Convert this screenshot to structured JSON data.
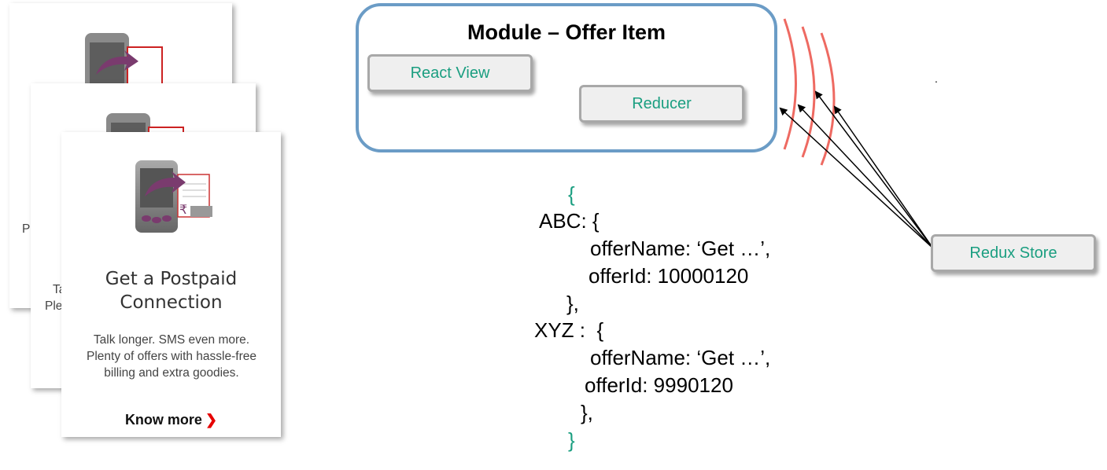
{
  "cards": {
    "front": {
      "title_lines": [
        "Get a Postpaid",
        "Connection"
      ],
      "desc_lines": [
        "Talk longer. SMS even more.",
        "Plenty of offers with hassle-free",
        "billing and extra goodies."
      ],
      "link_label": "Know more",
      "link_chevron": "❯"
    },
    "peek_a": "P",
    "peek_b": [
      "Ta",
      "Ple"
    ]
  },
  "module": {
    "title": "Module – Offer Item",
    "react_view": "React View",
    "reducer": "Reducer"
  },
  "store": {
    "label": "Redux Store"
  },
  "dot": ".",
  "code": {
    "open": "{",
    "abc_key": "ABC: {",
    "abc_name": "offerName: ‘Get …’,",
    "abc_id": "offerId: 10000120",
    "abc_close": "},",
    "xyz_key": "XYZ :  {",
    "xyz_name": "offerName: ‘Get …’,",
    "xyz_id": "offerId: 9990120",
    "xyz_close": "},",
    "close": "}"
  },
  "colors": {
    "module_border": "#6b9cc6",
    "pill_text": "#1a9e80",
    "arc": "#ee6a62",
    "accent_red": "#e60000"
  }
}
